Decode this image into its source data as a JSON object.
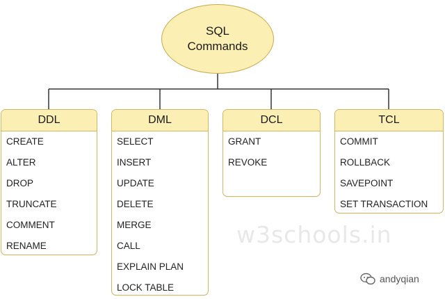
{
  "root": {
    "line1": "SQL",
    "line2": "Commands"
  },
  "categories": [
    {
      "title": "DDL",
      "items": [
        "CREATE",
        "ALTER",
        "DROP",
        "TRUNCATE",
        "COMMENT",
        "RENAME"
      ]
    },
    {
      "title": "DML",
      "items": [
        "SELECT",
        "INSERT",
        "UPDATE",
        "DELETE",
        "MERGE",
        "CALL",
        "EXPLAIN PLAN",
        "LOCK TABLE"
      ]
    },
    {
      "title": "DCL",
      "items": [
        "GRANT",
        "REVOKE"
      ]
    },
    {
      "title": "TCL",
      "items": [
        "COMMIT",
        "ROLLBACK",
        "SAVEPOINT",
        "SET TRANSACTION"
      ]
    }
  ],
  "watermark": "w3schools.in",
  "credit": {
    "name": "andyqian",
    "icon": "chat-bubbles-icon"
  },
  "colors": {
    "fill": "#fbefb3",
    "border": "#d3b562",
    "line": "#333333"
  }
}
